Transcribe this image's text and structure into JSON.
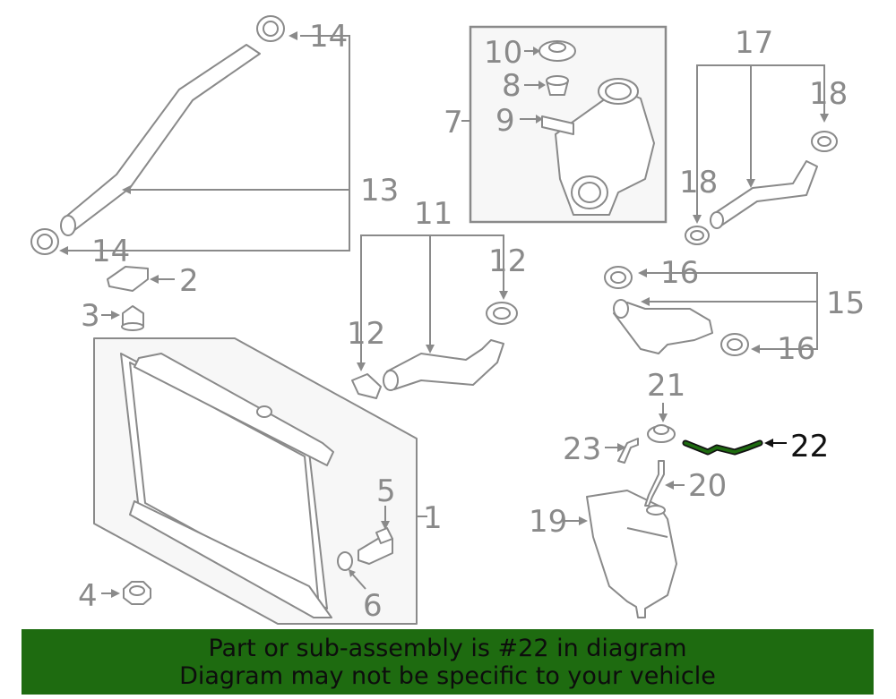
{
  "callouts": {
    "c1": "1",
    "c2": "2",
    "c3": "3",
    "c4": "4",
    "c5": "5",
    "c6": "6",
    "c7": "7",
    "c8": "8",
    "c9": "9",
    "c10": "10",
    "c11": "11",
    "c12a": "12",
    "c12b": "12",
    "c13": "13",
    "c14a": "14",
    "c14b": "14",
    "c15": "15",
    "c16a": "16",
    "c16b": "16",
    "c17": "17",
    "c18a": "18",
    "c18b": "18",
    "c19": "19",
    "c20": "20",
    "c21": "21",
    "c22": "22",
    "c23": "23"
  },
  "highlight_part": "22",
  "colors": {
    "line": "#8a8a8a",
    "highlight": "#1e6b10",
    "banner": "#1e6b10"
  },
  "banner": {
    "line1": "Part or sub-assembly is #22 in diagram",
    "line2": "Diagram may not be specific to your vehicle"
  }
}
